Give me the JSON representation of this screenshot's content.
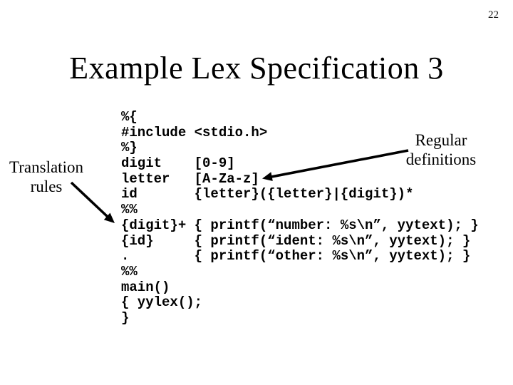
{
  "slide": {
    "page_number": "22",
    "title": "Example Lex Specification 3",
    "annotations": {
      "translation_rules": [
        "Translation",
        "rules"
      ],
      "regular_definitions": [
        "Regular",
        "definitions"
      ]
    },
    "code": {
      "lines": [
        "%{",
        "#include <stdio.h>",
        "%}",
        "digit    [0-9]",
        "letter   [A-Za-z]",
        "id       {letter}({letter}|{digit})*",
        "%%",
        "{digit}+ { printf(“number: %s\\n”, yytext); }",
        "{id}     { printf(“ident: %s\\n”, yytext); }",
        ".        { printf(“other: %s\\n”, yytext); }",
        "%%",
        "main()",
        "{ yylex();",
        "}"
      ]
    },
    "colors": {
      "background": "#ffffff",
      "text": "#000000",
      "arrow": "#000000"
    }
  }
}
